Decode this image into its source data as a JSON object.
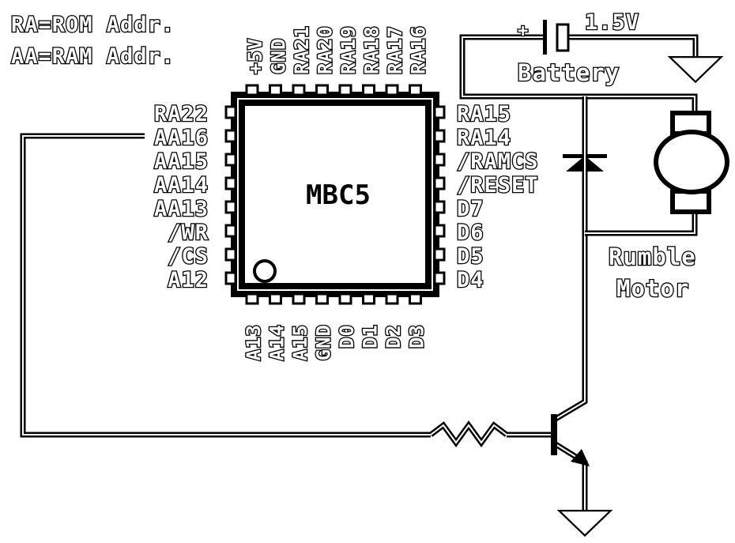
{
  "legend": {
    "rom": "RA=ROM Addr.",
    "ram": "AA=RAM Addr."
  },
  "chip": {
    "name": "MBC5",
    "top_pins": [
      "+5V",
      "GND",
      "RA21",
      "RA20",
      "RA19",
      "RA18",
      "RA17",
      "RA16"
    ],
    "left_pins": [
      "RA22",
      "AA16",
      "AA15",
      "AA14",
      "AA13",
      "/WR",
      "/CS",
      "A12"
    ],
    "right_pins": [
      "RA15",
      "RA14",
      "/RAMCS",
      "/RESET",
      "D7",
      "D6",
      "D5",
      "D4"
    ],
    "bottom_pins": [
      "A13",
      "A14",
      "A15",
      "GND",
      "D0",
      "D1",
      "D2",
      "D3"
    ]
  },
  "battery": {
    "label": "Battery",
    "voltage": "1.5V",
    "polarity": "+"
  },
  "motor": {
    "line1": "Rumble",
    "line2": "Motor"
  },
  "colors": {
    "ink": "#000000",
    "paper": "#ffffff"
  }
}
